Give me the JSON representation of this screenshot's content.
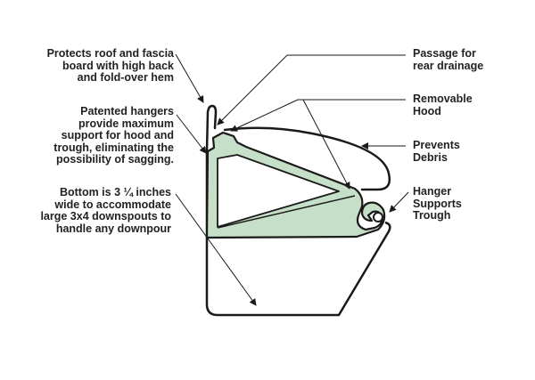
{
  "labels": {
    "left": [
      {
        "lines": [
          "Protects roof and fascia",
          "board with high back",
          "and fold-over hem"
        ]
      },
      {
        "lines": [
          "Patented hangers",
          "provide maximum",
          "support for hood and",
          "trough, eliminating the",
          "possibility of sagging."
        ]
      },
      {
        "lines": [
          "Bottom is 3 ¼ inches",
          "wide to accommodate",
          "large 3x4 downspouts to",
          "handle any downpour"
        ]
      }
    ],
    "right": [
      {
        "lines": [
          "Passage for",
          "rear drainage"
        ]
      },
      {
        "lines": [
          "Removable",
          "Hood"
        ]
      },
      {
        "lines": [
          "Prevents",
          "Debris"
        ]
      },
      {
        "lines": [
          "Hanger",
          "Supports",
          "Trough"
        ]
      }
    ]
  },
  "colors": {
    "hanger_fill": "#c6dfc8",
    "outline": "#1a1a1a",
    "text": "#222222"
  }
}
